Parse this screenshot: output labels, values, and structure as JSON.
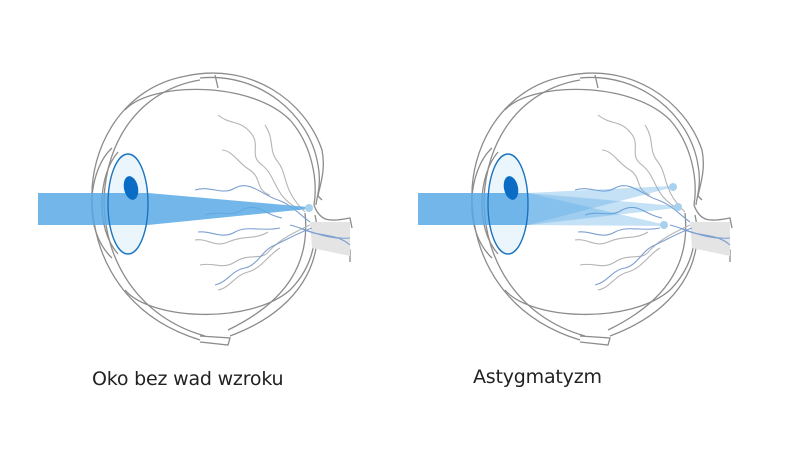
{
  "diagrams": [
    {
      "id": "normal",
      "label": "Oko bez wad wzroku",
      "focus_points": 1
    },
    {
      "id": "astigmatism",
      "label": "Astygmatyzm",
      "focus_points": 3
    }
  ],
  "colors": {
    "outline": "#8c8c8c",
    "beam": "#5aaae6",
    "lens": "#1a73c0",
    "pupil": "#0a6cc4",
    "vessels_blue": "#7c9fd0",
    "vessels_gray": "#b5b5b5",
    "optic_nerve": "#e4e4e4",
    "focus_dot": "#a8d0ef"
  }
}
